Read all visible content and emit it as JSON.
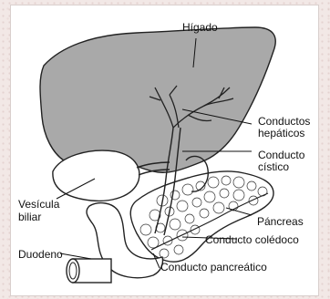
{
  "labels": {
    "higado": "Hígado",
    "conductos_hepaticos_1": "Conductos",
    "conductos_hepaticos_2": "hepáticos",
    "conducto_cistico_1": "Conducto",
    "conducto_cistico_2": "cístico",
    "vesicula_1": "Vesícula",
    "vesicula_2": "biliar",
    "pancreas": "Páncreas",
    "coledoco": "Conducto colédoco",
    "duodeno": "Duodeno",
    "pancreatico": "Conducto pancreático"
  },
  "colors": {
    "liver_fill": "#a9a9a9",
    "outline": "#222222",
    "panel": "#ffffff",
    "backdrop": "#f2e8e6"
  }
}
